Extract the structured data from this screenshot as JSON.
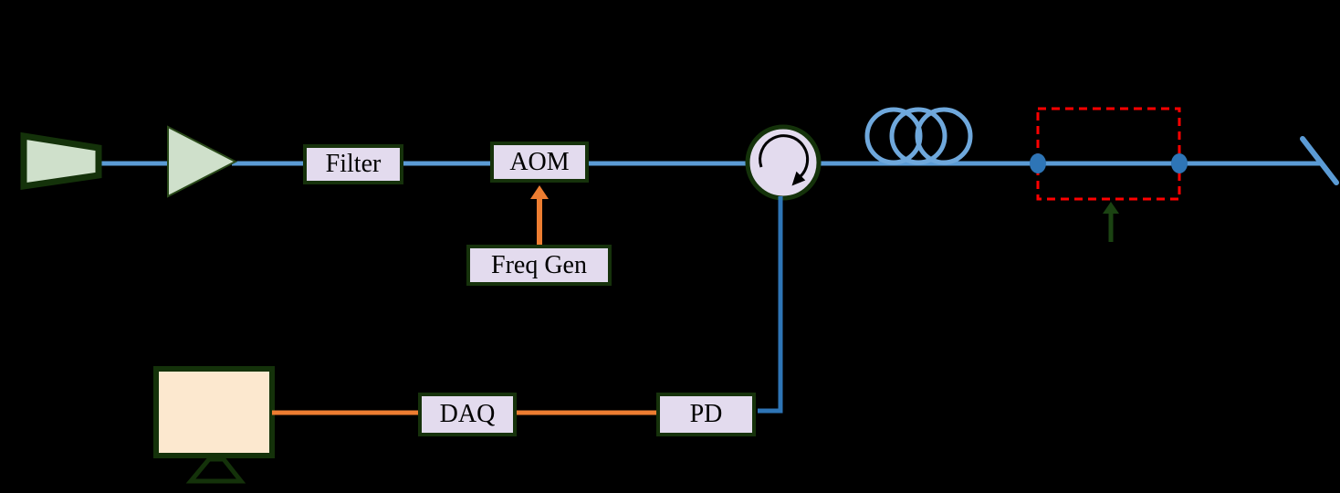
{
  "diagram": {
    "title": "fiber-optic sensing setup schematic",
    "background_color": "#000000",
    "boxes": {
      "filter_label": "Filter",
      "aom_label": "AOM",
      "freq_gen_label": "Freq Gen",
      "daq_label": "DAQ",
      "pd_label": "PD"
    },
    "icons": [
      "laser-source-icon",
      "optical-amplifier-icon",
      "circulator-icon",
      "fiber-coil-icon",
      "sensing-region-dashed-box",
      "fiber-connector-dot-left",
      "fiber-connector-dot-right",
      "angled-fiber-end-icon",
      "pointer-arrow-icon",
      "rf-drive-arrow-icon",
      "computer-monitor-icon"
    ],
    "colors": {
      "fiber_line": "#5b9bd5",
      "fiber_coil": "#6fa8dc",
      "detection_line": "#2e75b6",
      "connector_dot": "#2e75b6",
      "electrical_line": "#ed7d31",
      "component_fill": "#cfe0cb",
      "box_fill": "#e3dbee",
      "box_border": "#16320b",
      "monitor_fill": "#fce8cf",
      "dashed_highlight": "#ff0000",
      "pointer_arrow": "#1b4312",
      "circulator_arrow": "#000000"
    }
  }
}
